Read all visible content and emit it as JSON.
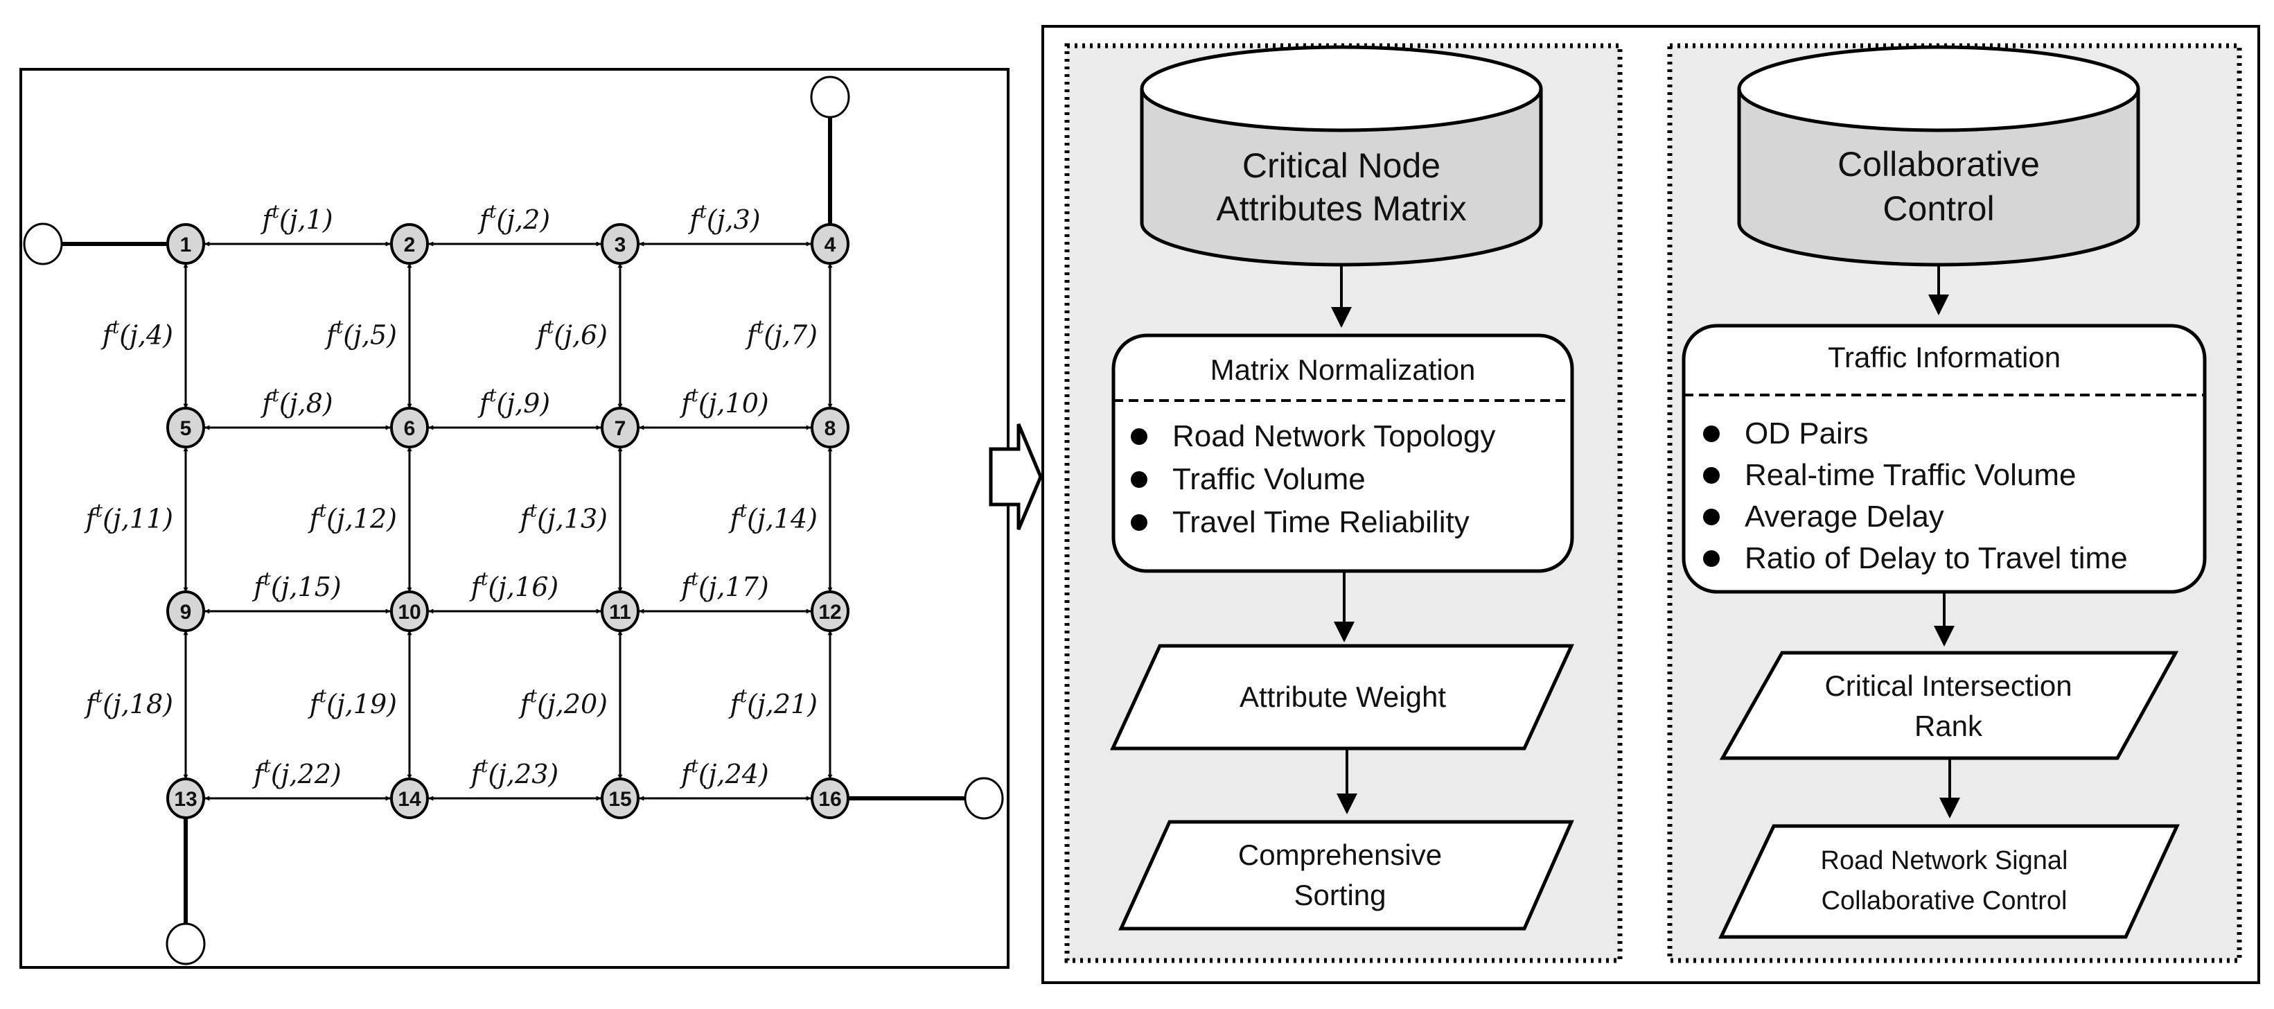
{
  "network": {
    "nodes": [
      "1",
      "2",
      "3",
      "4",
      "5",
      "6",
      "7",
      "8",
      "9",
      "10",
      "11",
      "12",
      "13",
      "14",
      "15",
      "16"
    ],
    "edges": [
      {
        "id": "1",
        "label": "f^t(j,1)"
      },
      {
        "id": "2",
        "label": "f^t(j,2)"
      },
      {
        "id": "3",
        "label": "f^t(j,3)"
      },
      {
        "id": "4",
        "label": "f^t(j,4)"
      },
      {
        "id": "5",
        "label": "f^t(j,5)"
      },
      {
        "id": "6",
        "label": "f^t(j,6)"
      },
      {
        "id": "7",
        "label": "f^t(j,7)"
      },
      {
        "id": "8",
        "label": "f^t(j,8)"
      },
      {
        "id": "9",
        "label": "f^t(j,9)"
      },
      {
        "id": "10",
        "label": "f^t(j,10)"
      },
      {
        "id": "11",
        "label": "f^t(j,11)"
      },
      {
        "id": "12",
        "label": "f^t(j,12)"
      },
      {
        "id": "13",
        "label": "f^t(j,13)"
      },
      {
        "id": "14",
        "label": "f^t(j,14)"
      },
      {
        "id": "15",
        "label": "f^t(j,15)"
      },
      {
        "id": "16",
        "label": "f^t(j,16)"
      },
      {
        "id": "17",
        "label": "f^t(j,17)"
      },
      {
        "id": "18",
        "label": "f^t(j,18)"
      },
      {
        "id": "19",
        "label": "f^t(j,19)"
      },
      {
        "id": "20",
        "label": "f^t(j,20)"
      },
      {
        "id": "21",
        "label": "f^t(j,21)"
      },
      {
        "id": "22",
        "label": "f^t(j,22)"
      },
      {
        "id": "23",
        "label": "f^t(j,23)"
      },
      {
        "id": "24",
        "label": "f^t(j,24)"
      }
    ]
  },
  "left_flow": {
    "database_title": [
      "Critical Node",
      "Attributes Matrix"
    ],
    "process_title": "Matrix Normalization",
    "process_items": [
      "Road Network Topology",
      "Traffic Volume",
      "Travel Time Reliability"
    ],
    "io_1": [
      "Attribute Weight"
    ],
    "io_2": [
      "Comprehensive",
      "Sorting"
    ]
  },
  "right_flow": {
    "database_title": [
      "Collaborative",
      "Control"
    ],
    "process_title": "Traffic Information",
    "process_items": [
      "OD Pairs",
      "Real-time Traffic Volume",
      "Average Delay",
      "Ratio of Delay to Travel time"
    ],
    "io_1": [
      "Critical Intersection",
      "Rank"
    ],
    "io_2": [
      "Road Network Signal",
      "Collaborative Control"
    ]
  },
  "colors": {
    "node_fill": "#d6d6d6",
    "panel_fill": "#ebebeb",
    "cylinder_fill": "#d6d6d6",
    "stroke": "#000000"
  }
}
